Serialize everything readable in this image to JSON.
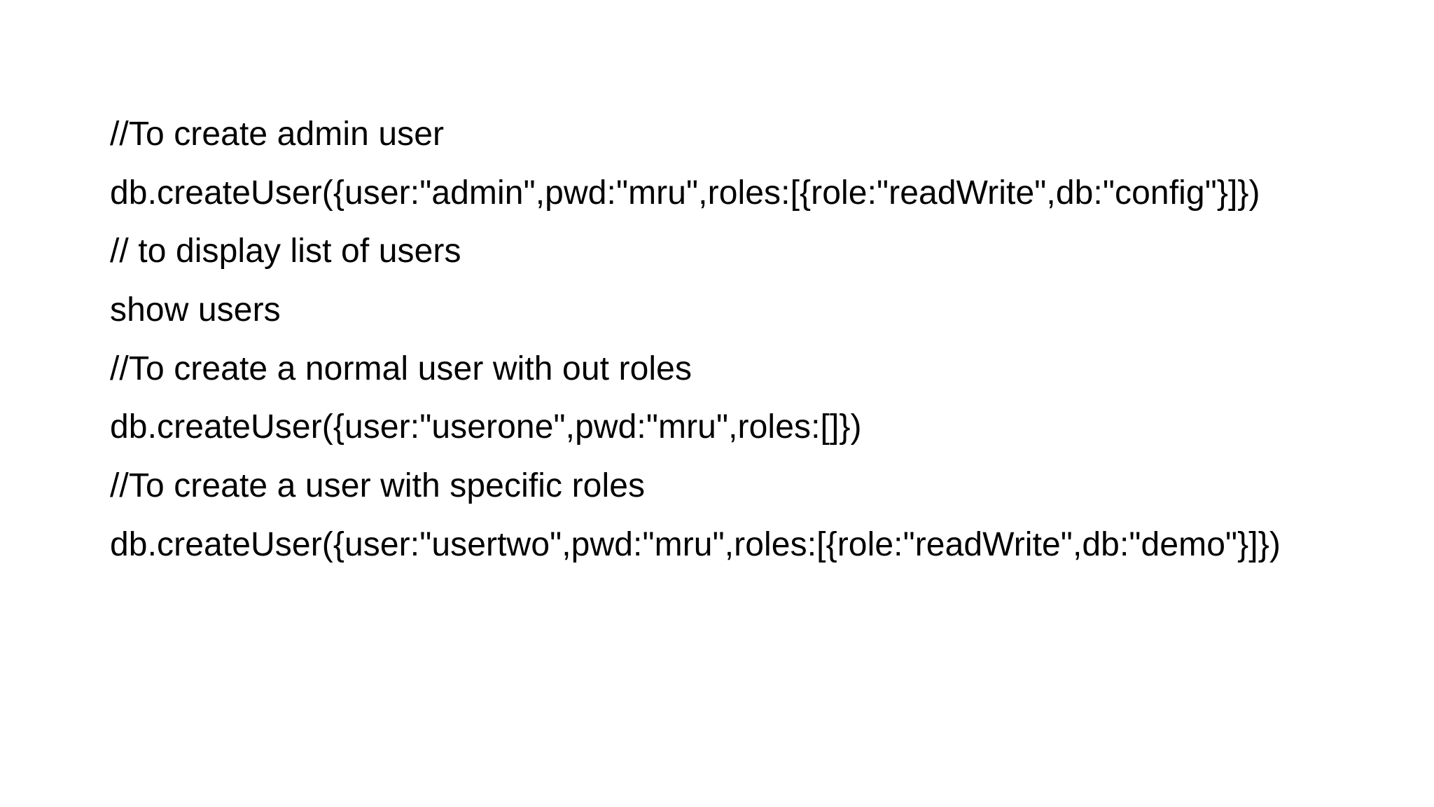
{
  "slide": {
    "background_color": "#ffffff",
    "text_color": "#000000",
    "body_lines": [
      {
        "id": "comment-create-admin-user",
        "kind": "comment",
        "text": "//To create admin user"
      },
      {
        "id": "command-create-admin-user",
        "kind": "command",
        "text": "db.createUser({user:\"admin\",pwd:\"mru\",roles:[{role:\"readWrite\",db:\"config\"}]})"
      },
      {
        "id": "comment-display-list-of-users",
        "kind": "comment",
        "text": "// to display list of users"
      },
      {
        "id": "command-show-users",
        "kind": "command",
        "text": "show users"
      },
      {
        "id": "comment-create-normal-user",
        "kind": "comment",
        "text": "//To create a normal user with out roles"
      },
      {
        "id": "command-create-userone",
        "kind": "command",
        "text": "db.createUser({user:\"userone\",pwd:\"mru\",roles:[]})"
      },
      {
        "id": "comment-create-user-specific-roles",
        "kind": "comment",
        "text": "//To create a user with specific roles"
      },
      {
        "id": "command-create-usertwo",
        "kind": "command",
        "text": "db.createUser({user:\"usertwo\",pwd:\"mru\",roles:[{role:\"readWrite\",db:\"demo\"}]})"
      }
    ]
  }
}
